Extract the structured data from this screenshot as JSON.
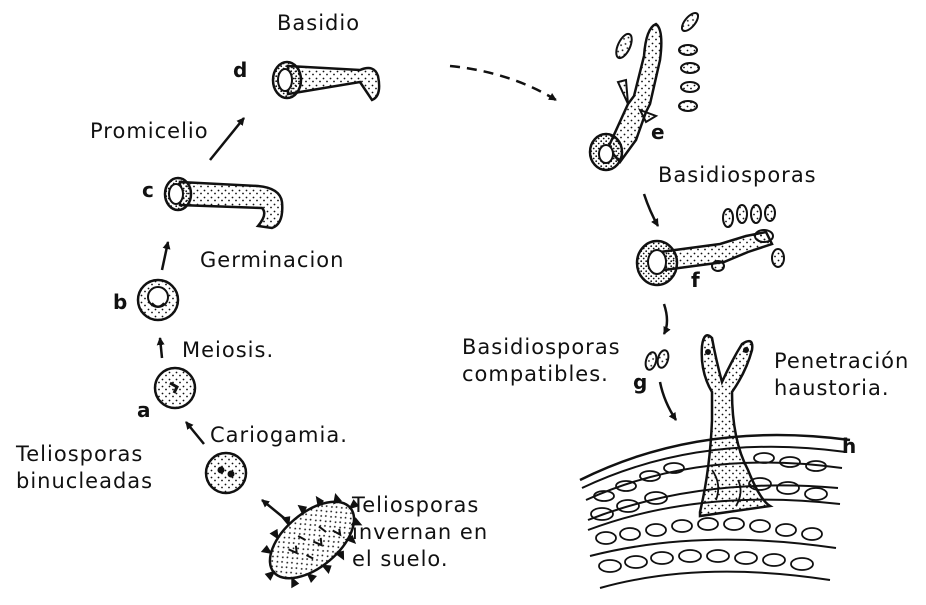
{
  "labels": {
    "basidio": "Basidio",
    "promicelio": "Promicelio",
    "germinacion": "Germinacion",
    "meiosis": "Meiosis.",
    "cariogamia": "Cariogamia.",
    "teliosporas_binucleadas": "Teliosporas\nbinucleadas",
    "teliosporas_invernan": "Teliosporas\ninvernan en\nel suelo.",
    "basidiosporas": "Basidiosporas",
    "basidiosporas_compatibles": "Basidiosporas\ncompatibles.",
    "penetracion": "Penetración\nhaustoria."
  },
  "stage_letters": {
    "a": "a",
    "b": "b",
    "c": "c",
    "d": "d",
    "e": "e",
    "f": "f",
    "g": "g",
    "h": "h"
  },
  "colors": {
    "ink": "#111111",
    "paper": "#ffffff"
  }
}
